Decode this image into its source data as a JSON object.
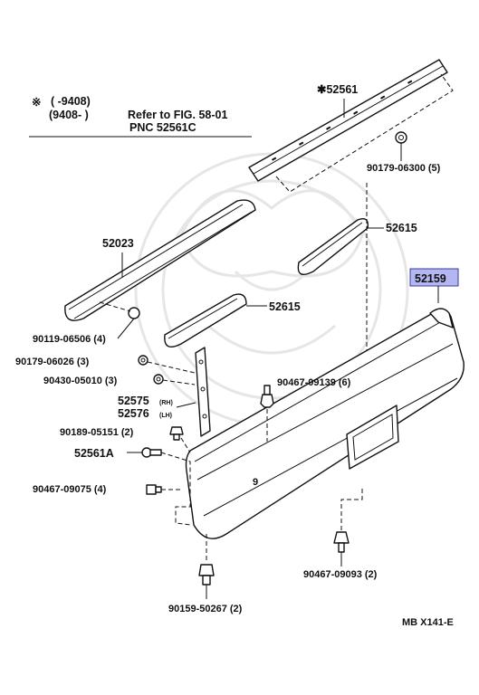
{
  "note": {
    "symbol": "※",
    "line1": "(     -9408)",
    "line2a": "(9408-        )",
    "line2b": "Refer to FIG. 58-01",
    "line3": "PNC 52561C"
  },
  "parts": {
    "p52561": "✱52561",
    "p90179_06300": "90179-06300 (5)",
    "p52615_upper": "52615",
    "p52023": "52023",
    "p52159": "52159",
    "p90119_06506": "90119-06506 (4)",
    "p52615_lower": "52615",
    "p90179_06026": "90179-06026 (3)",
    "p90430_05010": "90430-05010 (3)",
    "p90467_09139": "90467-09139 (6)",
    "p52575": "52575",
    "p52575_side": "(RH)",
    "p52576": "52576",
    "p52576_side": "(LH)",
    "p90189_05151": "90189-05151 (2)",
    "p52561A": "52561A",
    "p90467_09075": "90467-09075 (4)",
    "p90467_09093": "90467-09093 (2)",
    "p90159_50267": "90159-50267 (2)",
    "mark9": "9"
  },
  "footer": {
    "code": "MB X141-E"
  },
  "colors": {
    "highlight_fill": "#b4b6f2",
    "highlight_stroke": "#3a3c9c",
    "watermark": "#e6e6e6"
  }
}
